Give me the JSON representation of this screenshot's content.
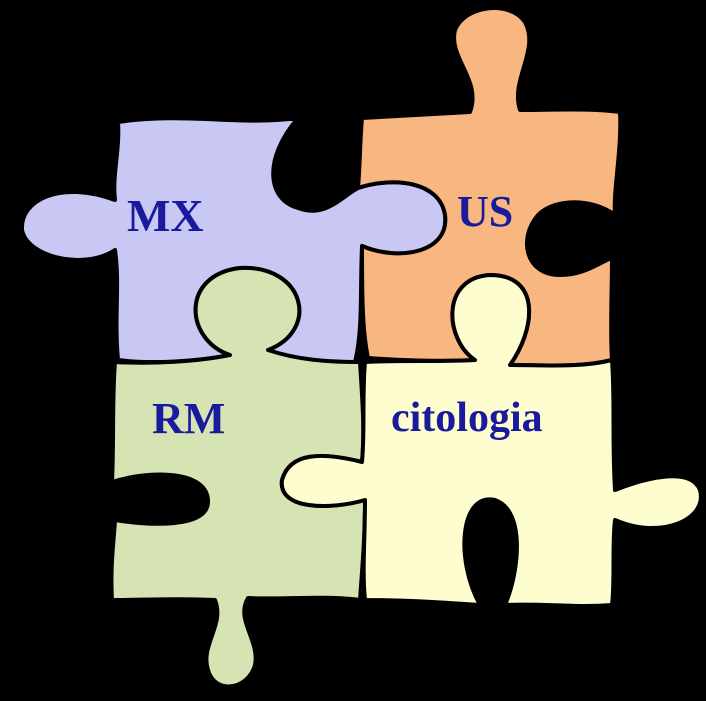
{
  "labels": {
    "mx": "MX",
    "us": "US",
    "rm": "RM",
    "citologia": "citologia"
  },
  "colors": {
    "background": "#000000",
    "text": "#1a1a9c",
    "mx_piece": "#c9c8f5",
    "us_piece": "#f8b681",
    "rm_piece": "#d6e4b4",
    "citologia_piece": "#fefdd0",
    "outline": "#000000"
  }
}
